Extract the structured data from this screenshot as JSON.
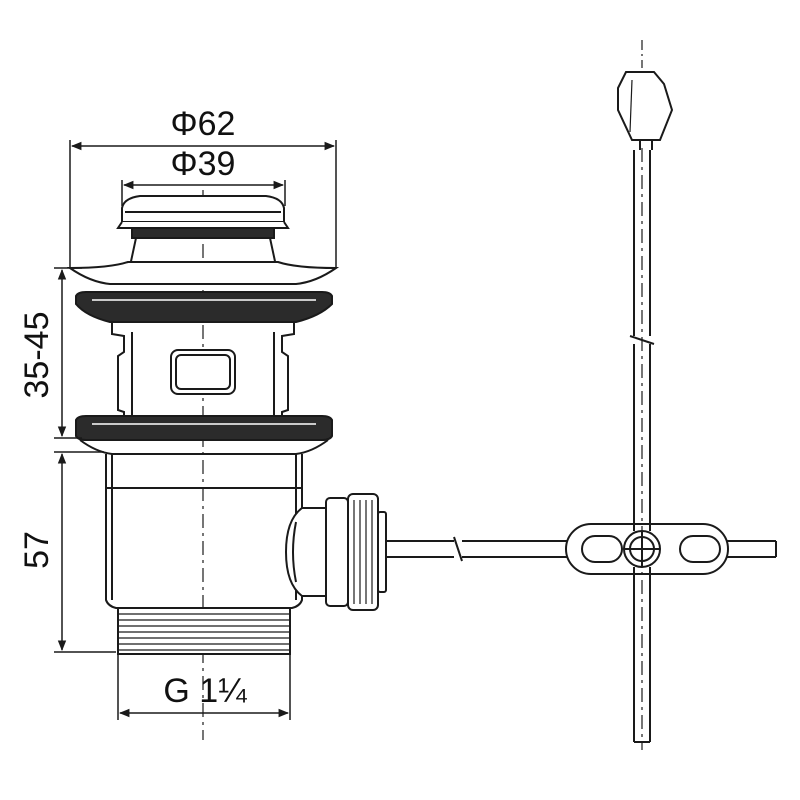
{
  "drawing": {
    "dimensions": {
      "outer_diameter": "Φ62",
      "inner_diameter": "Φ39",
      "adjust_range": "35-45",
      "body_height": "57",
      "thread": "G 1¼"
    },
    "colors": {
      "line": "#1a1a1a",
      "fill_dark": "#2b2b2b",
      "background": "#ffffff"
    }
  }
}
